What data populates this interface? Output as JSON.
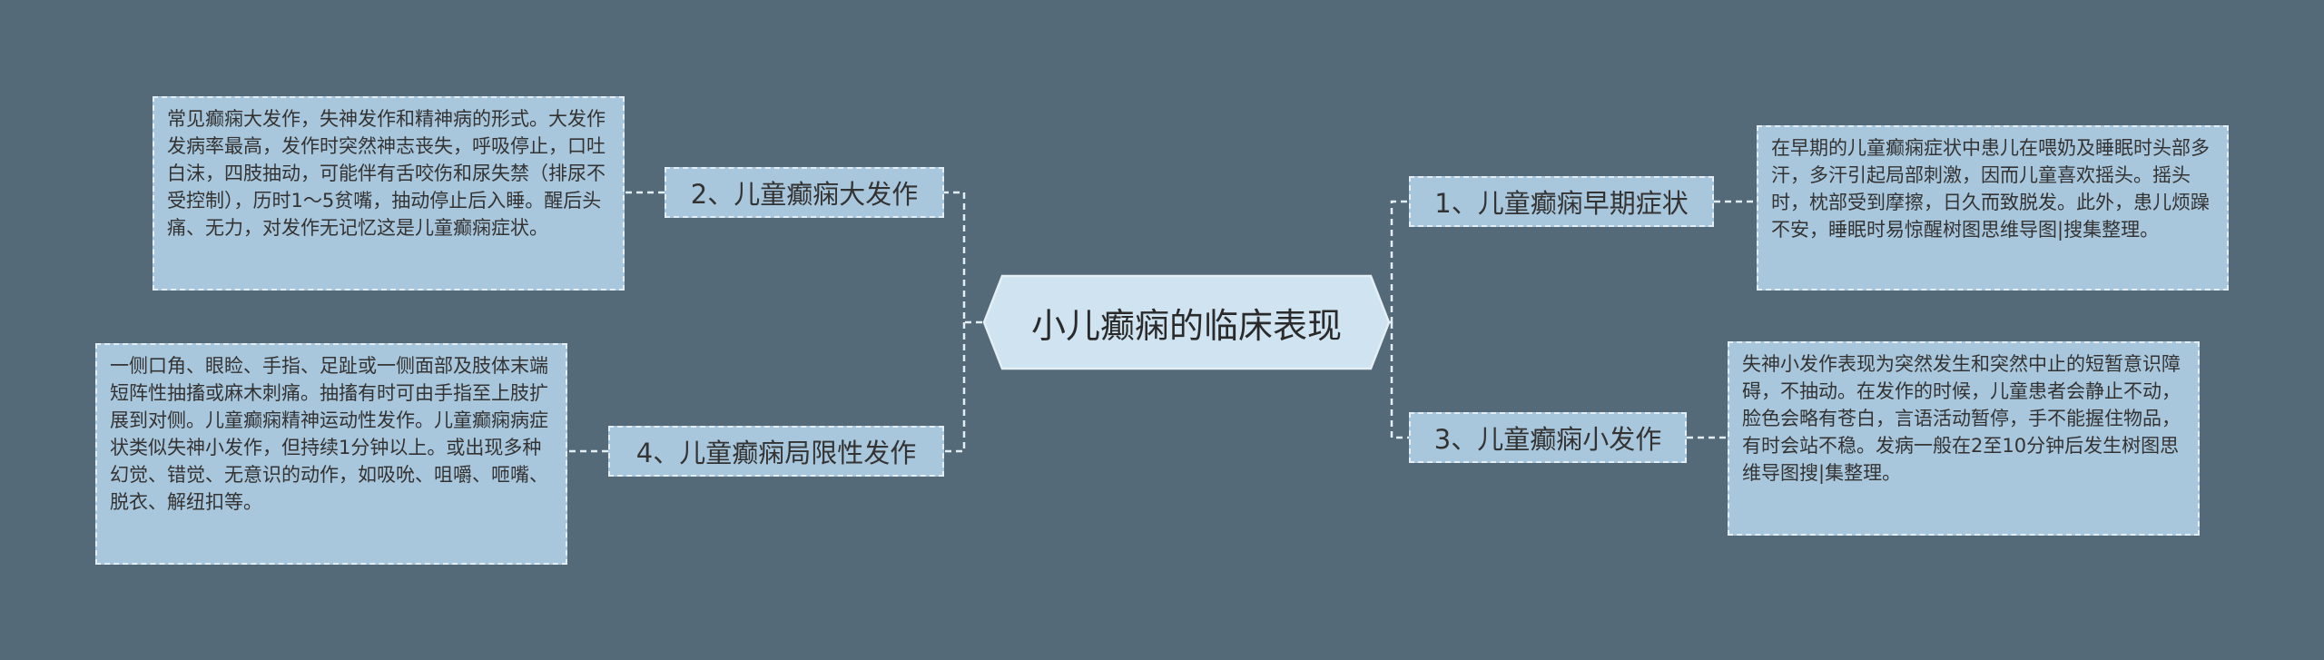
{
  "root": {
    "label": "小儿癫痫的临床表现"
  },
  "branches": [
    {
      "label": "1、儿童癫痫早期症状",
      "detail": "在早期的儿童癫痫症状中患儿在喂奶及睡眠时头部多汗，多汗引起局部刺激，因而儿童喜欢摇头。摇头时，枕部受到摩擦，日久而致脱发。此外，患儿烦躁不安，睡眠时易惊醒树图思维导图|搜集整理。"
    },
    {
      "label": "2、儿童癫痫大发作",
      "detail": "常见癫痫大发作，失神发作和精神病的形式。大发作发病率最高，发作时突然神志丧失，呼吸停止，口吐白沫，四肢抽动，可能伴有舌咬伤和尿失禁（排尿不受控制），历时1～5贫嘴，抽动停止后入睡。醒后头痛、无力，对发作无记忆这是儿童癫痫症状。"
    },
    {
      "label": "3、儿童癫痫小发作",
      "detail": "失神小发作表现为突然发生和突然中止的短暂意识障碍，不抽动。在发作的时候，儿童患者会静止不动，脸色会略有苍白，言语活动暂停，手不能握住物品，有时会站不稳。发病一般在2至10分钟后发生树图思维导图搜|集整理。"
    },
    {
      "label": "4、儿童癫痫局限性发作",
      "detail": "一侧口角、眼睑、手指、足趾或一侧面部及肢体末端短阵性抽搐或麻木刺痛。抽搐有时可由手指至上肢扩展到对侧。儿童癫痫精神运动性发作。儿童癫痫病症状类似失神小发作，但持续1分钟以上。或出现多种幻觉、错觉、无意识的动作，如吸吮、咀嚼、咂嘴、脱衣、解纽扣等。"
    }
  ],
  "colors": {
    "background": "#546a79",
    "node_fill": "#a9c7dc",
    "root_fill": "#cfe3f0",
    "connector": "#e3eef5"
  }
}
